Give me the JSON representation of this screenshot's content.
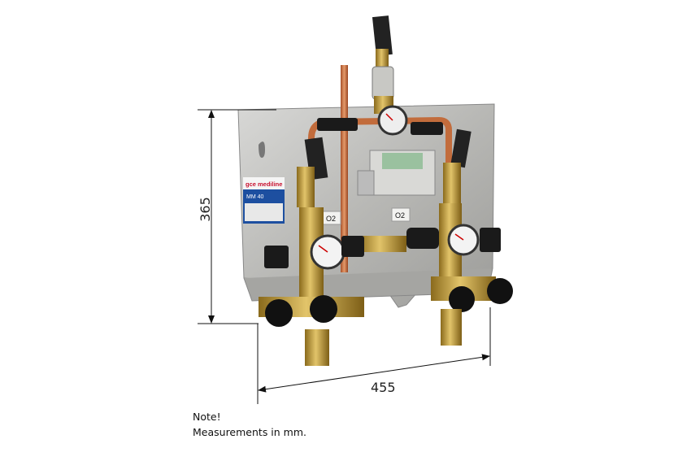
{
  "dimensions": {
    "height": "365",
    "width": "455"
  },
  "note": {
    "title": "Note!",
    "text": "Measurements in mm."
  },
  "product_label": {
    "brand": "gce mediline",
    "model": "MM 40",
    "gas_tag_left": "O2",
    "gas_tag_right": "O2"
  }
}
